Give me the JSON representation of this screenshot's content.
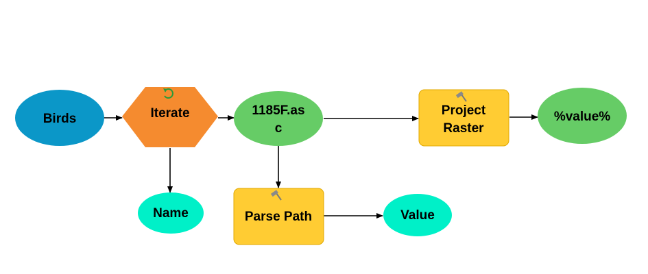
{
  "nodes": {
    "birds": {
      "label": "Birds",
      "color": "#0b97c8"
    },
    "iterate": {
      "label": "Iterate",
      "color": "#f58b2f",
      "icon": "iterate-cycle-icon",
      "icon_color": "#2a9a3a"
    },
    "file": {
      "label_line1": "1185F.as",
      "label_line2": "c",
      "color": "#66cc66"
    },
    "project_raster": {
      "label_line1": "Project",
      "label_line2": "Raster",
      "color": "#ffcc33",
      "icon": "hammer-tool-icon"
    },
    "value_var": {
      "label": "%value%",
      "color": "#66cc66"
    },
    "name": {
      "label": "Name",
      "color": "#00f0c8"
    },
    "parse_path": {
      "label": "Parse Path",
      "color": "#ffcc33",
      "icon": "hammer-tool-icon"
    },
    "value": {
      "label": "Value",
      "color": "#00f0c8"
    }
  },
  "connectors": [
    {
      "from": "birds",
      "to": "iterate"
    },
    {
      "from": "iterate",
      "to": "file"
    },
    {
      "from": "iterate",
      "to": "name"
    },
    {
      "from": "file",
      "to": "project_raster"
    },
    {
      "from": "file",
      "to": "parse_path"
    },
    {
      "from": "project_raster",
      "to": "value_var"
    },
    {
      "from": "parse_path",
      "to": "value"
    }
  ]
}
